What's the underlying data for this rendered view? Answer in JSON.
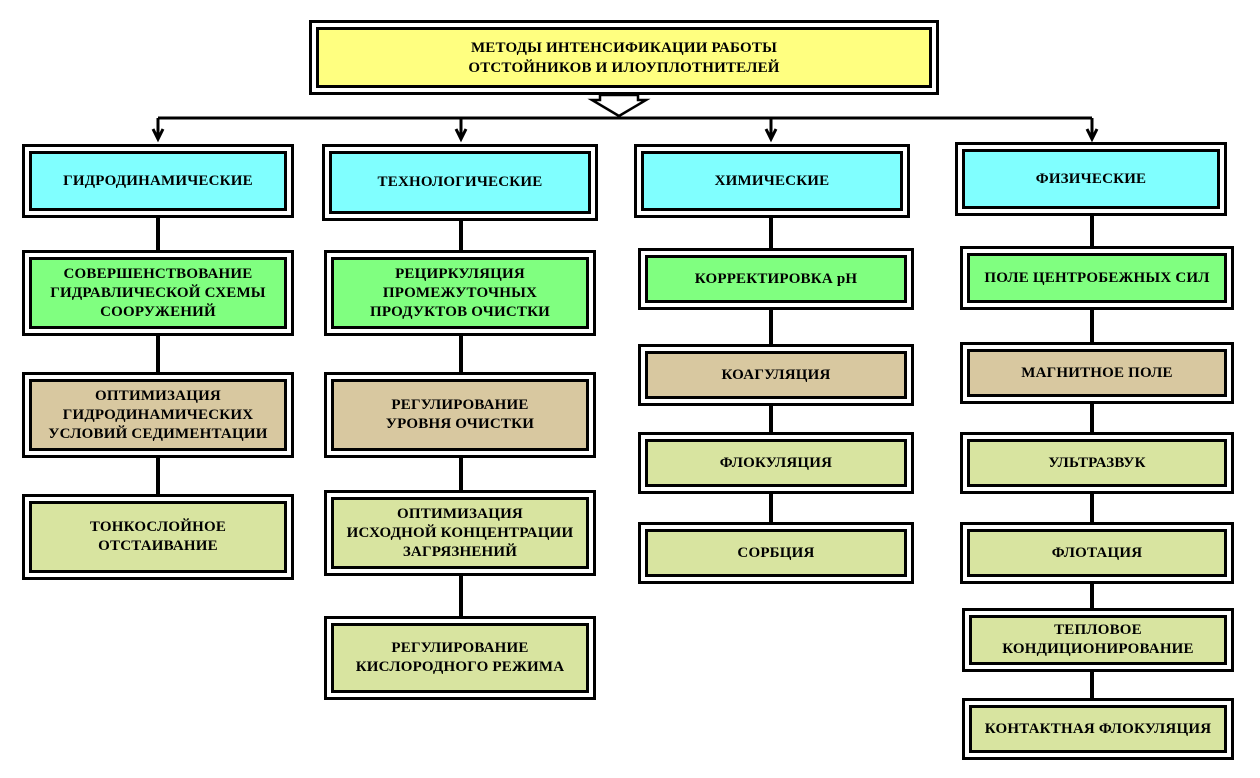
{
  "title": "МЕТОДЫ ИНТЕНСИФИКАЦИИ РАБОТЫ\nОТСТОЙНИКОВ И ИЛОУПЛОТНИТЕЛЕЙ",
  "colors": {
    "title": "#ffff80",
    "category": "#80ffff",
    "first_method": "#80ff80",
    "second_method": "#d8c8a0",
    "other_method": "#d8e4a0",
    "border": "#000000"
  },
  "columns": [
    {
      "category": "ГИДРОДИНАМИЧЕСКИЕ",
      "items": [
        "СОВЕРШЕНСТВОВАНИЕ\nГИДРАВЛИЧЕСКОЙ СХЕМЫ\nСООРУЖЕНИЙ",
        "ОПТИМИЗАЦИЯ\nГИДРОДИНАМИЧЕСКИХ\nУСЛОВИЙ СЕДИМЕНТАЦИИ",
        "ТОНКОСЛОЙНОЕ\nОТСТАИВАНИЕ"
      ]
    },
    {
      "category": "ТЕХНОЛОГИЧЕСКИЕ",
      "items": [
        "РЕЦИРКУЛЯЦИЯ\nПРОМЕЖУТОЧНЫХ\nПРОДУКТОВ ОЧИСТКИ",
        "РЕГУЛИРОВАНИЕ\nУРОВНЯ ОЧИСТКИ",
        "ОПТИМИЗАЦИЯ\nИСХОДНОЙ КОНЦЕНТРАЦИИ\nЗАГРЯЗНЕНИЙ",
        "РЕГУЛИРОВАНИЕ\nКИСЛОРОДНОГО РЕЖИМА"
      ]
    },
    {
      "category": "ХИМИЧЕСКИЕ",
      "items": [
        "КОРРЕКТИРОВКА рН",
        "КОАГУЛЯЦИЯ",
        "ФЛОКУЛЯЦИЯ",
        "СОРБЦИЯ"
      ]
    },
    {
      "category": "ФИЗИЧЕСКИЕ",
      "items": [
        "ПОЛЕ ЦЕНТРОБЕЖНЫХ СИЛ",
        "МАГНИТНОЕ ПОЛЕ",
        "УЛЬТРАЗВУК",
        "ФЛОТАЦИЯ",
        "ТЕПЛОВОЕ\nКОНДИЦИОНИРОВАНИЕ",
        "КОНТАКТНАЯ ФЛОКУЛЯЦИЯ"
      ]
    }
  ]
}
